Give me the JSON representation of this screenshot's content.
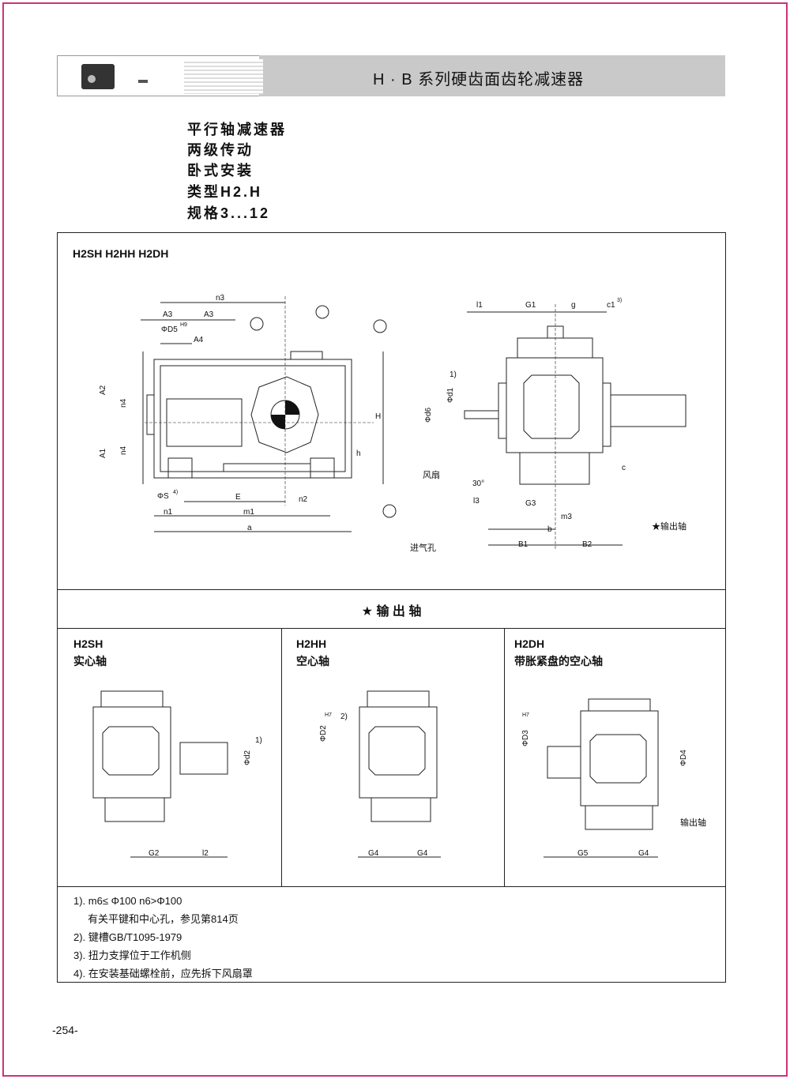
{
  "header": {
    "title": "H · B 系列硬齿面齿轮减速器"
  },
  "subtitle": [
    "平行轴减速器",
    "两级传动",
    "卧式安装",
    "类型H2.H",
    "规格3...12"
  ],
  "main": {
    "heading": "H2SH H2HH H2DH",
    "front_labels": {
      "n3": "n3",
      "a3a": "A3",
      "d5": "ΦD5",
      "h9": "H9",
      "a3b": "A3",
      "a4": "A4",
      "a2": "A2",
      "n4a": "n4",
      "n4b": "n4",
      "a1": "A1",
      "H": "H",
      "h": "h",
      "s": "ΦS",
      "s_note": "4)",
      "E": "E",
      "n2": "n2",
      "n1": "n1",
      "m1": "m1",
      "a": "a"
    },
    "side_labels": {
      "l1": "l1",
      "G1": "G1",
      "g": "g",
      "c1": "c1",
      "c1_note": "3)",
      "note1": "1)",
      "d1": "Φd1",
      "d6": "Φd6",
      "fan": "风扇",
      "angle": "30°",
      "l3": "l3",
      "G3": "G3",
      "m3": "m3",
      "c": "c",
      "b": "b",
      "B1": "B1",
      "B2": "B2",
      "inlet": "进气孔",
      "output": "★输出轴"
    }
  },
  "output_section": {
    "title": "★  输  出  轴"
  },
  "variants": [
    {
      "code": "H2SH",
      "name": "实心轴",
      "labels": {
        "note": "1)",
        "d": "Φd2",
        "g": "G2",
        "l": "l2"
      }
    },
    {
      "code": "H2HH",
      "name": "空心轴",
      "labels": {
        "d": "ΦD2",
        "tol": "H7",
        "note": "2)",
        "g1": "G4",
        "g2": "G4"
      }
    },
    {
      "code": "H2DH",
      "name": "带胀紧盘的空心轴",
      "labels": {
        "d": "ΦD3",
        "tol": "H7",
        "d4": "ΦD4",
        "out": "输出轴",
        "g1": "G5",
        "g2": "G4"
      }
    }
  ],
  "notes": [
    "1). m6≤ Φ100  n6>Φ100",
    "有关平键和中心孔，参见第814页",
    "2). 键槽GB/T1095-1979",
    "3). 扭力支撑位于工作机侧",
    "4). 在安装基础螺栓前，应先拆下风扇罩"
  ],
  "page_number": "-254-"
}
